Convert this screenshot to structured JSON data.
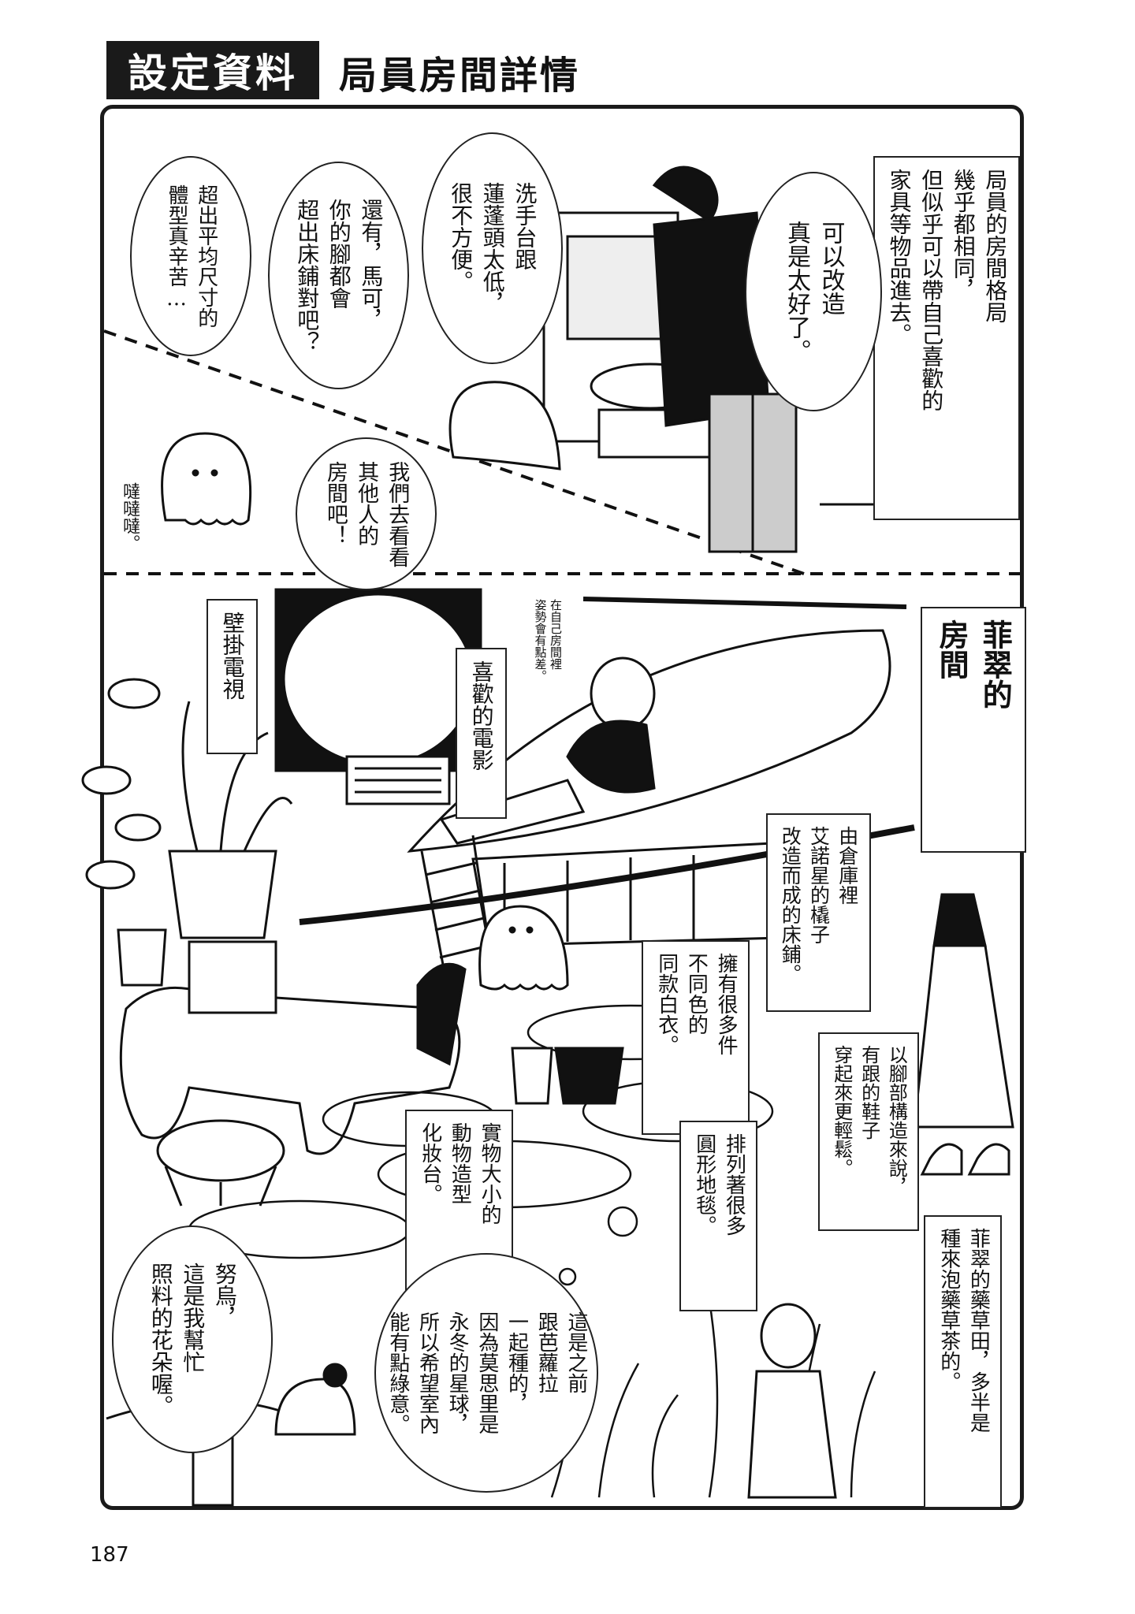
{
  "header": {
    "tag": "設定資料",
    "title": "局員房間詳情"
  },
  "top_panel": {
    "caption": "局員的房間格局\n幾乎都相同，\n但似乎可以帶自己喜歡的\n家具等物品進去。",
    "bubble_main": "可以改造\n真是太好了。",
    "bubble_sink": "洗手台跟\n蓮蓬頭太低，\n很不方便。",
    "bubble_feet": "還有，馬可，\n你的腳都會\n超出床鋪對吧？",
    "bubble_size": "超出平均尺寸的\n體型真辛苦…",
    "bubble_go": "我們去看看\n其他人的\n房間吧！",
    "sfx_steps": "噠噠噠。"
  },
  "room_panel": {
    "title": "菲翠的\n房間",
    "label_tv": "壁掛電視",
    "label_movie": "喜歡的電影",
    "handwritten_note": "在自己房間裡\n姿勢會有點差。",
    "label_bed": "由倉庫裡\n艾諾星的橇子\n改造而成的床鋪。",
    "label_clothes": "擁有很多件\n不同色的\n同款白衣。",
    "label_shoes": "以腳部構造來說，\n有跟的鞋子\n穿起來更輕鬆。",
    "label_vanity": "實物大小的\n動物造型\n化妝台。",
    "label_rugs": "排列著很多\n圓形地毯。",
    "label_herbs": "菲翠的藥草田，多半是\n種來泡藥草茶的。",
    "bubble_flowers": "努烏，\n這是我幫忙\n照料的花朵喔。",
    "bubble_greenhouse": "這是之前\n跟芭蘿拉\n一起種的，\n因為莫思里是\n永冬的星球，\n所以希望室內\n能有點綠意。"
  },
  "page_number": "187"
}
